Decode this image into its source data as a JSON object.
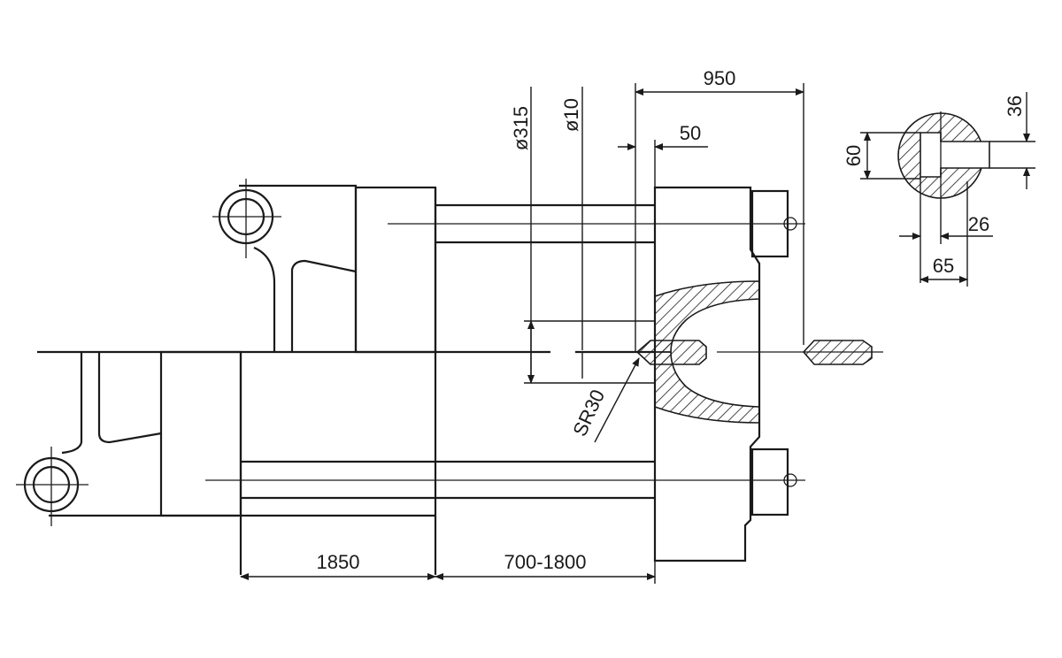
{
  "drawing": {
    "dimensions": {
      "tie_bar_spacing": "950",
      "nozzle_offset": "50",
      "locating_ring_diameter": "ø315",
      "nozzle_hole_diameter": "ø10",
      "sphere_radius": "SR30",
      "clamp_stroke": "1850",
      "mold_thickness_range": "700-1800",
      "ejector_height": "60",
      "ejector_slot_height": "36",
      "ejector_slot_width": "26",
      "ejector_width": "65"
    },
    "colors": {
      "line": "#1a1a1a",
      "background": "#ffffff"
    }
  }
}
